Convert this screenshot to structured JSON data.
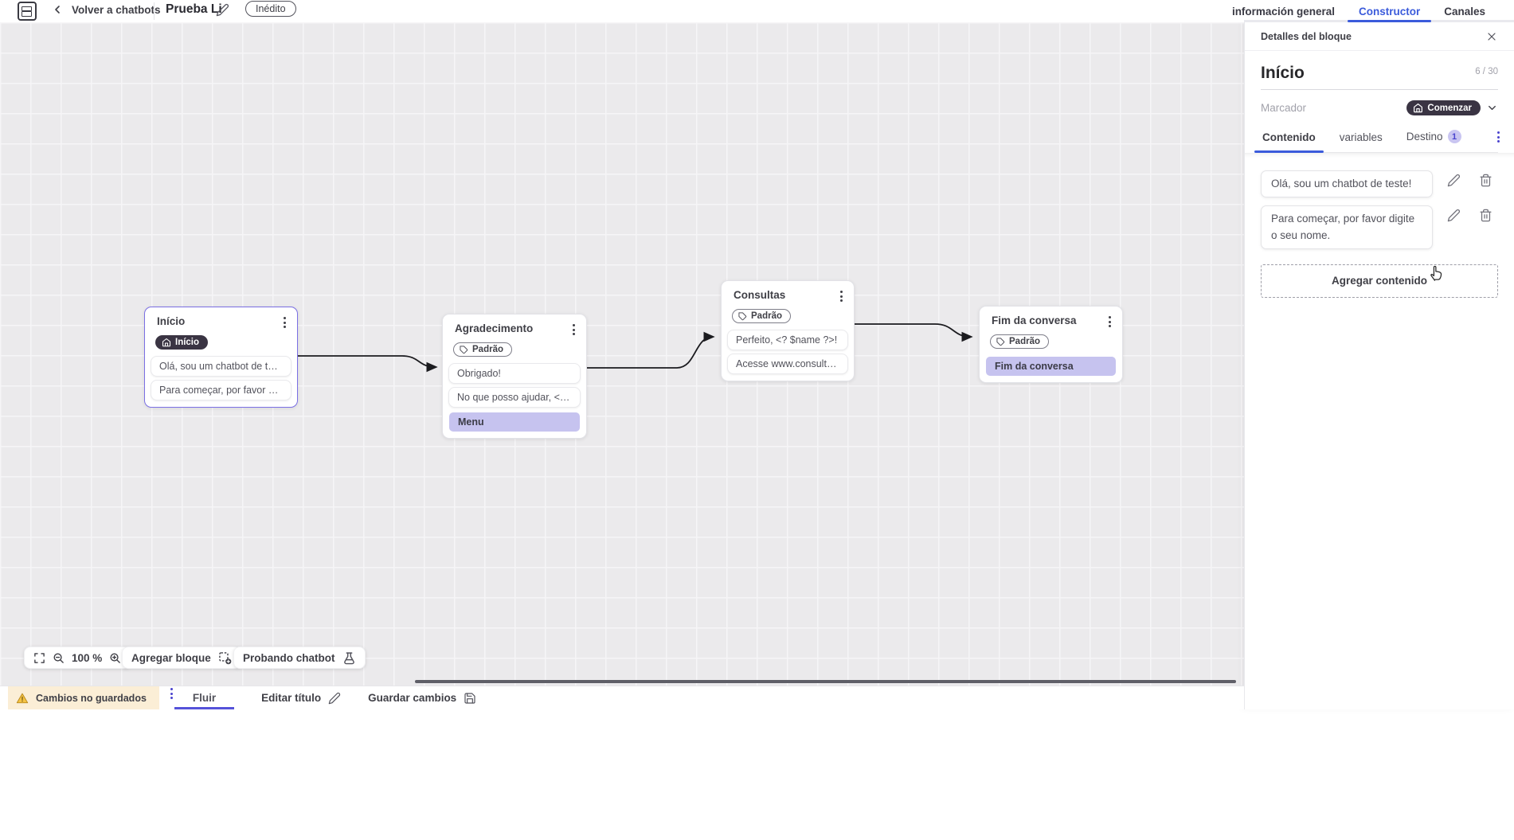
{
  "topbar": {
    "back_label": "Volver a chatbots",
    "doc_title": "Prueba Li",
    "status_badge": "Inédito",
    "tabs": [
      {
        "label": "información general",
        "active": false
      },
      {
        "label": "Constructor",
        "active": true
      },
      {
        "label": "Canales",
        "active": false
      }
    ]
  },
  "canvas": {
    "zoom_level": "100 %",
    "add_block_label": "Agregar bloque",
    "test_chatbot_label": "Probando chatbot",
    "blocks": [
      {
        "title": "Início",
        "badge": "Início",
        "badge_type": "start",
        "selected": true,
        "rows": [
          {
            "text": "Olá, sou um chatbot de teste!",
            "type": "message"
          },
          {
            "text": "Para começar, por favor digite o ...",
            "type": "message"
          }
        ]
      },
      {
        "title": "Agradecimento",
        "badge": "Padrão",
        "badge_type": "default",
        "selected": false,
        "rows": [
          {
            "text": "Obrigado!",
            "type": "message"
          },
          {
            "text": "No que posso ajudar, <? $name ...",
            "type": "message"
          },
          {
            "text": "Menu",
            "type": "action"
          }
        ]
      },
      {
        "title": "Consultas",
        "badge": "Padrão",
        "badge_type": "default",
        "selected": false,
        "rows": [
          {
            "text": "Perfeito, <? $name ?>!",
            "type": "message"
          },
          {
            "text": "Acesse www.consultas.com par...",
            "type": "message"
          }
        ]
      },
      {
        "title": "Fim da conversa",
        "badge": "Padrão",
        "badge_type": "default",
        "selected": false,
        "rows": [
          {
            "text": "Fim da conversa",
            "type": "action"
          }
        ]
      }
    ]
  },
  "panel": {
    "header": "Detalles del bloque",
    "block_title": "Início",
    "counter": "6 / 30",
    "marker_label": "Marcador",
    "marker_value": "Comenzar",
    "tabs": [
      {
        "label": "Contenido",
        "active": true
      },
      {
        "label": "variables",
        "active": false
      },
      {
        "label": "Destino",
        "active": false,
        "badge": "1"
      }
    ],
    "contents": [
      "Olá, sou um chatbot de teste!",
      "Para começar, por favor digite o seu nome."
    ],
    "add_content_label": "Agregar contenido"
  },
  "statusbar": {
    "unsaved_label": "Cambios no guardados",
    "flow_tab": "Fluir",
    "edit_title_label": "Editar título",
    "save_label": "Guardar cambios"
  },
  "colors": {
    "accent_blue": "#3b5bdb",
    "accent_indigo": "#5552d9",
    "selected_block_border": "#7b6fe4",
    "lavender_row": "#c6c3ef",
    "dark_pill": "#3a3443",
    "unsaved_chip_bg": "#fbeed6",
    "warning_yellow": "#f0b429",
    "canvas_bg": "#ebeaec"
  }
}
